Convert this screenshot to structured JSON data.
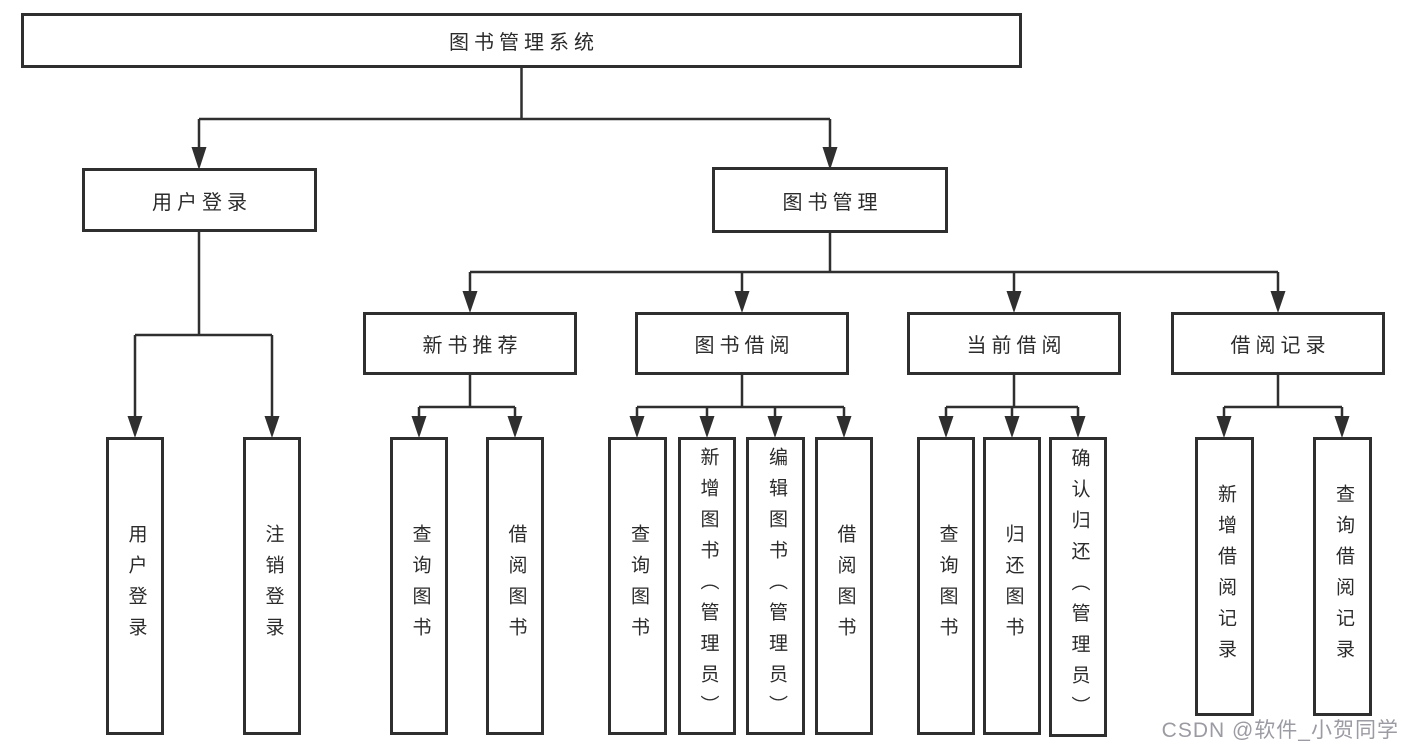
{
  "root": {
    "label": "图书管理系统"
  },
  "branches": [
    {
      "label": "用户登录",
      "leaves": [
        "用户登录",
        "注销登录"
      ]
    },
    {
      "label": "图书管理",
      "sections": [
        {
          "label": "新书推荐",
          "leaves": [
            "查询图书",
            "借阅图书"
          ]
        },
        {
          "label": "图书借阅",
          "leaves": [
            "查询图书",
            "新增图书（管理员）",
            "编辑图书（管理员）",
            "借阅图书"
          ]
        },
        {
          "label": "当前借阅",
          "leaves": [
            "查询图书",
            "归还图书",
            "确认归还（管理员）"
          ]
        },
        {
          "label": "借阅记录",
          "leaves": [
            "新增借阅记录",
            "查询借阅记录"
          ]
        }
      ]
    }
  ],
  "watermark": "CSDN @软件_小贺同学",
  "colors": {
    "line": "#2f2f2f",
    "text": "#2b2b2b",
    "background": "#ffffff",
    "watermark": "#9b9ba3"
  }
}
